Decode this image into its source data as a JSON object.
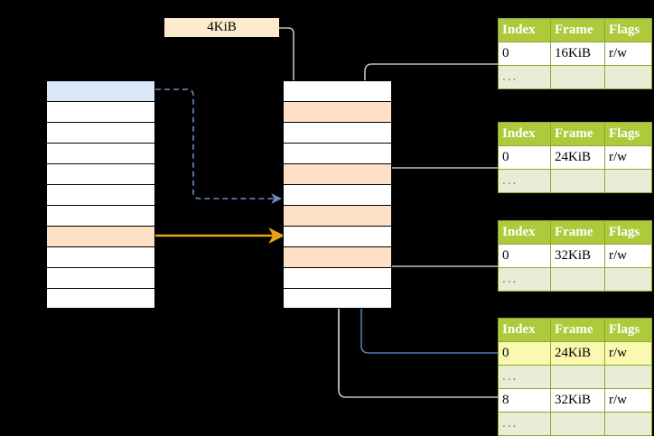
{
  "diagram": {
    "title": "multi-level-page-table-walk",
    "page_size_label": "4KiB",
    "colors": {
      "background": "#000000",
      "header_green": "#AFC93C",
      "header_border": "#8FA832",
      "ellipsis_row": "#E8EDD5",
      "highlight_yellow": "#FBF8B0",
      "highlight_peach": "#FDE0C5",
      "highlight_blue": "#DBE8F8",
      "label_cream": "#FDEBCE",
      "orange_arrow": "#E8A317",
      "blue_arrow": "#4A7EBB",
      "gray_arrow": "#BFBFBF"
    }
  },
  "vaddr_column": {
    "name": "virtual-address-column",
    "cells": [
      {
        "fill": "blue"
      },
      {
        "fill": "white"
      },
      {
        "fill": "white"
      },
      {
        "fill": "white"
      },
      {
        "fill": "white"
      },
      {
        "fill": "white"
      },
      {
        "fill": "white"
      },
      {
        "fill": "peach"
      },
      {
        "fill": "white"
      },
      {
        "fill": "white"
      },
      {
        "fill": "white"
      }
    ]
  },
  "ptable_column": {
    "name": "page-table-column",
    "cells": [
      {
        "fill": "white"
      },
      {
        "fill": "peach"
      },
      {
        "fill": "white"
      },
      {
        "fill": "white"
      },
      {
        "fill": "peach"
      },
      {
        "fill": "white"
      },
      {
        "fill": "peach"
      },
      {
        "fill": "white"
      },
      {
        "fill": "peach"
      },
      {
        "fill": "white"
      },
      {
        "fill": "white"
      }
    ]
  },
  "tables": [
    {
      "name": "pte-table-1",
      "headers": [
        "Index",
        "Frame",
        "Flags"
      ],
      "rows": [
        {
          "cells": [
            "0",
            "16KiB",
            "r/w"
          ],
          "style": "normal"
        },
        {
          "cells": [
            "...",
            "",
            ""
          ],
          "style": "ellipsis"
        }
      ]
    },
    {
      "name": "pte-table-2",
      "headers": [
        "Index",
        "Frame",
        "Flags"
      ],
      "rows": [
        {
          "cells": [
            "0",
            "24KiB",
            "r/w"
          ],
          "style": "normal"
        },
        {
          "cells": [
            "...",
            "",
            ""
          ],
          "style": "ellipsis"
        }
      ]
    },
    {
      "name": "pte-table-3",
      "headers": [
        "Index",
        "Frame",
        "Flags"
      ],
      "rows": [
        {
          "cells": [
            "0",
            "32KiB",
            "r/w"
          ],
          "style": "normal"
        },
        {
          "cells": [
            "...",
            "",
            ""
          ],
          "style": "ellipsis"
        }
      ]
    },
    {
      "name": "pte-table-4",
      "headers": [
        "Index",
        "Frame",
        "Flags"
      ],
      "rows": [
        {
          "cells": [
            "0",
            "24KiB",
            "r/w"
          ],
          "style": "highlighted"
        },
        {
          "cells": [
            "...",
            "",
            ""
          ],
          "style": "ellipsis"
        },
        {
          "cells": [
            "8",
            "32KiB",
            "r/w"
          ],
          "style": "normal"
        },
        {
          "cells": [
            "...",
            "",
            ""
          ],
          "style": "ellipsis"
        }
      ]
    }
  ]
}
